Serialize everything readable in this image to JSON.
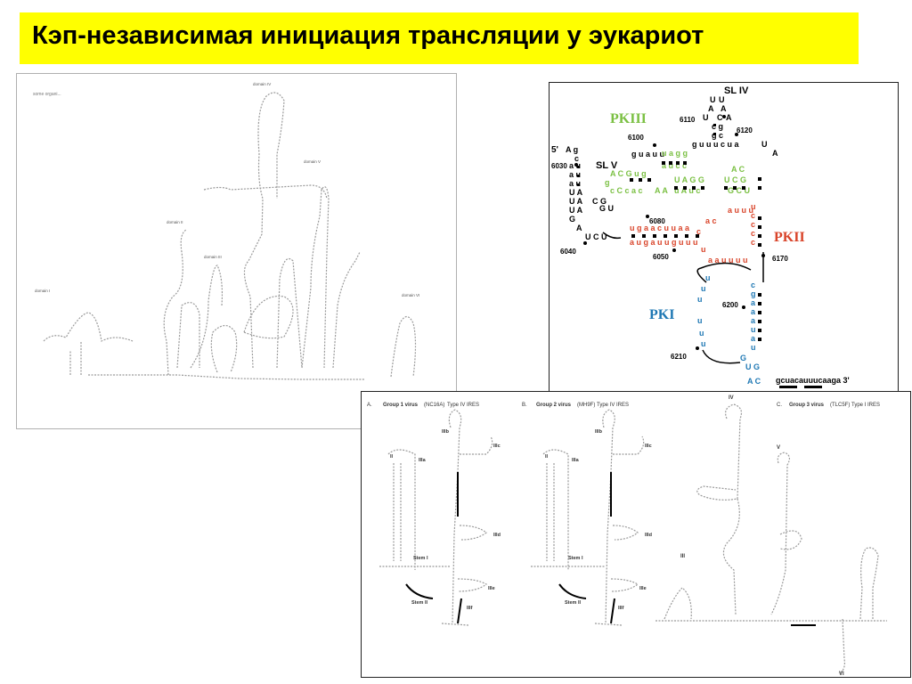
{
  "title": "Кэп-независимая инициация трансляции у эукариот",
  "panel_a": {
    "domain_labels": [
      "domain I",
      "domain II",
      "domain III",
      "domain IV",
      "domain V",
      "domain VI",
      "domain V"
    ],
    "corner_label": "some organi..."
  },
  "panel_b": {
    "labels": {
      "pkiii": "PKIII",
      "pkii": "PKII",
      "pki": "PKI",
      "sl_iv": "SL IV",
      "sl_v": "SL V",
      "five_prime": "5'",
      "three_prime_seq": "gcuacauuucaaga 3'"
    },
    "positions": [
      "6030",
      "6040",
      "6050",
      "6080",
      "6100",
      "6110",
      "6120",
      "6170",
      "6200",
      "6210"
    ],
    "colors": {
      "pkiii": "#7bc043",
      "pkii": "#d9442a",
      "pki": "#1f78b4",
      "base": "#000000"
    }
  },
  "panel_c": {
    "group_a": {
      "letter": "A.",
      "name": "Group 1 virus",
      "strain": "(NC16A)",
      "type": "Type IV IRES"
    },
    "group_b": {
      "letter": "B.",
      "name": "Group 2 virus",
      "strain": "(MH9F)",
      "type": "Type IV IRES"
    },
    "group_c": {
      "letter": "C.",
      "name": "Group 3 virus",
      "strain": "(TLC5F)",
      "type": "Type I IRES"
    },
    "domain_labels": [
      "IIIb",
      "IIIc",
      "IIIa",
      "II",
      "IIId",
      "Stem I",
      "IIIe",
      "Stem II",
      "IIIf",
      "IV",
      "V",
      "VI",
      "III"
    ]
  }
}
